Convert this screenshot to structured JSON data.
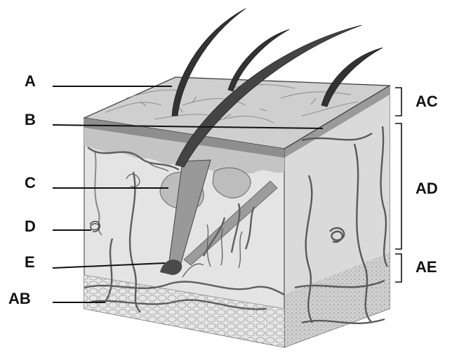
{
  "labels": {
    "a": "A",
    "b": "B",
    "c": "C",
    "d": "D",
    "e": "E",
    "ab": "AB",
    "ac": "AC",
    "ad": "AD",
    "ae": "AE"
  },
  "colors": {
    "ink": "#1a1a1a",
    "epidermis": "#c8c8c8",
    "dermis": "#e2e2e2",
    "hypodermis": "#d4d4d4",
    "vessel": "#6b6b6b"
  }
}
